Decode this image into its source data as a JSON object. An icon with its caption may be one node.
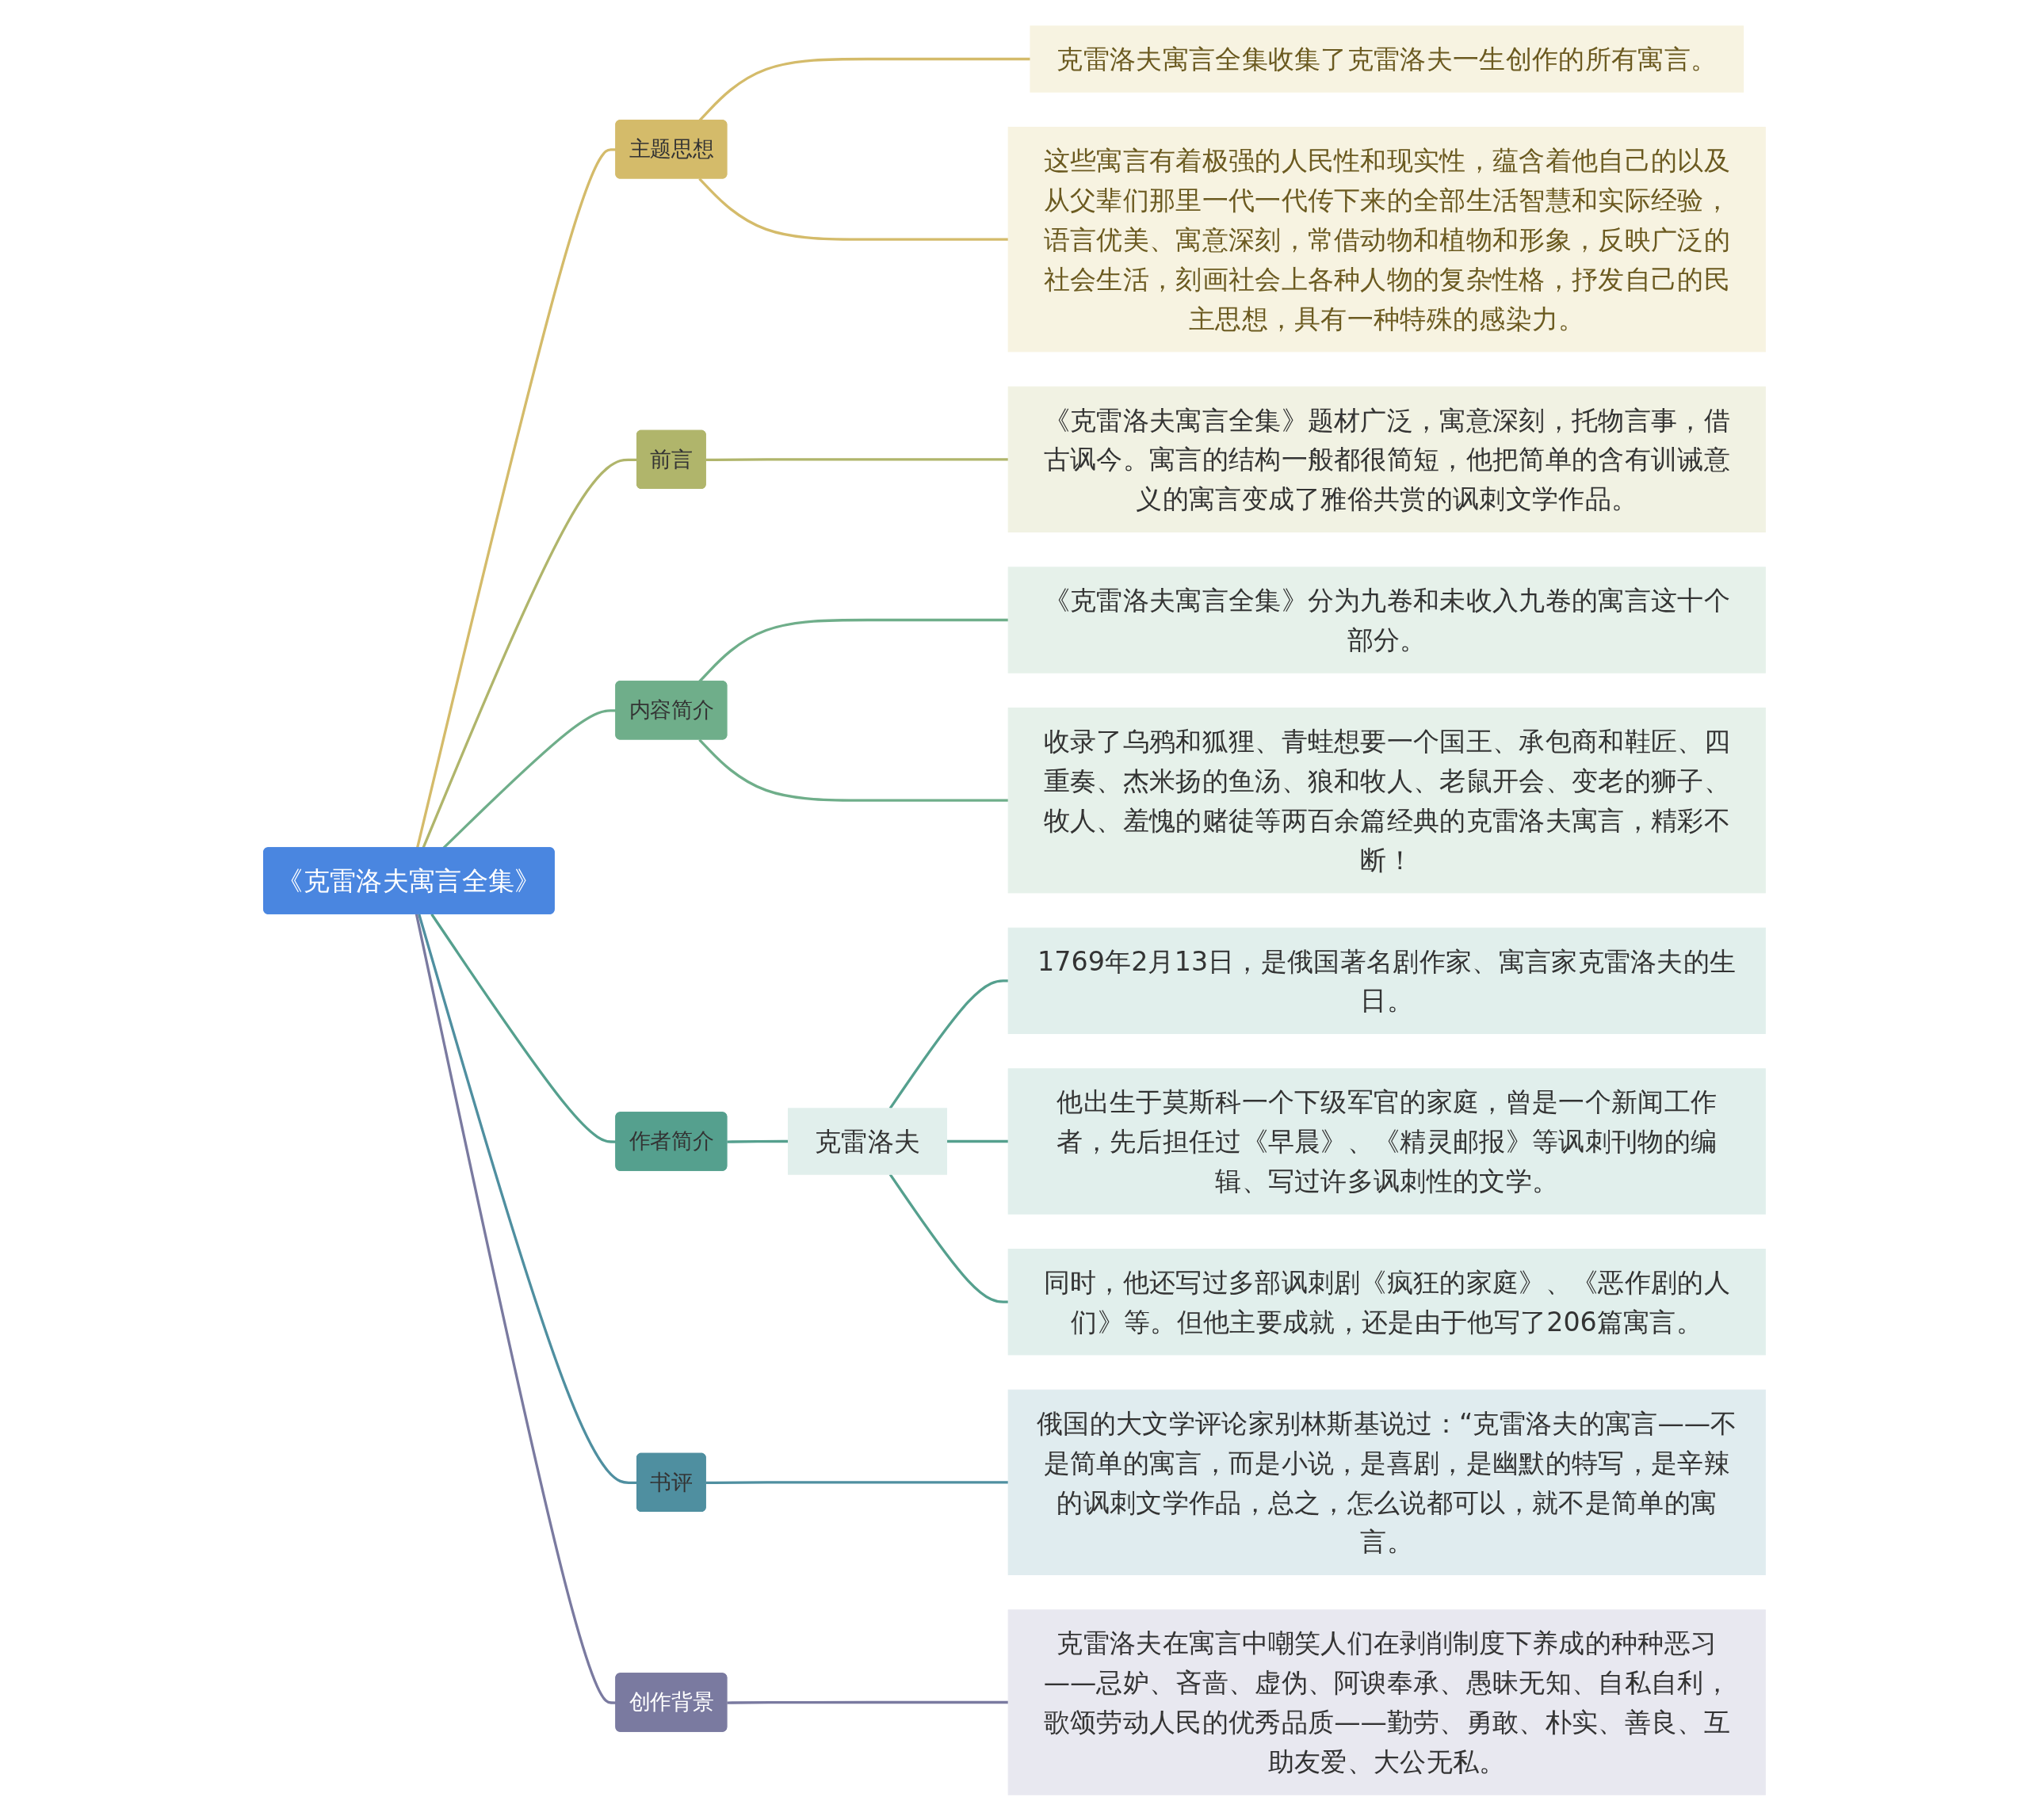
{
  "diagram": {
    "nodes": [
      {
        "text": [
          "《克雷洛夫寓言全集》"
        ]
      },
      {
        "text": [
          "主题思想"
        ]
      },
      {
        "text": [
          "克雷洛夫寓言全集收集了克雷洛夫一生创作的所有寓言。"
        ]
      },
      {
        "text": [
          "这些寓言有着极强的人民性和现实性，蕴含着他自己的以及从父辈们那里一代一代传下来的全部生活智慧和实际经验，语言优美、寓意深刻，常借动物和植物和形象，反映广泛的社会生活，刻画社会上各种人物的复杂性格，抒发自己的民主思想，具有一种特殊的感染力。"
        ]
      },
      {
        "text": [
          "前言"
        ]
      },
      {
        "text": [
          "《克雷洛夫寓言全集》题材广泛，寓意深刻，托物言事，借古讽今。寓言的结构一般都很简短，他把简单的含有训诫意义的寓言变成了雅俗共赏的讽刺文学作品。"
        ]
      },
      {
        "text": [
          "内容简介"
        ]
      },
      {
        "text": [
          "《克雷洛夫寓言全集》分为九卷和未收入九卷的寓言这十个部分。"
        ]
      },
      {
        "text": [
          "收录了乌鸦和狐狸、青蛙想要一个国王、承包商和鞋匠、四重奏、杰米扬的鱼汤、狼和牧人、老鼠开会、变老的狮子、牧人、羞愧的赌徒等两百余篇经典的克雷洛夫寓言，精彩不断！"
        ]
      },
      {
        "text": [
          "作者简介"
        ]
      },
      {
        "text": [
          "克雷洛夫"
        ]
      },
      {
        "text": [
          "1769年2月13日，是俄国著名剧作家、寓言家克雷洛夫的生日。"
        ]
      },
      {
        "text": [
          "他出生于莫斯科一个下级军官的家庭，曾是一个新闻工作者，先后担任过《早晨》、《精灵邮报》等讽刺刊物的编辑、写过许多讽刺性的文学。"
        ]
      },
      {
        "text": [
          "同时，他还写过多部讽刺剧《疯狂的家庭》、《恶作剧的人们》等。但他主要成就，还是由于他写了206篇寓言。"
        ]
      },
      {
        "text": [
          "书评"
        ]
      },
      {
        "text": [
          "俄国的大文学评论家别林斯基说过：“克雷洛夫的寓言——不是简单的寓言，而是小说，是喜剧，是幽默的特写，是辛辣的讽刺文学作品，总之，怎么说都可以，就不是简单的寓言。"
        ]
      },
      {
        "text": [
          "创作背景"
        ]
      },
      {
        "text": [
          "克雷洛夫在寓言中嘲笑人们在剥削制度下养成的种种恶习——忌妒、吝啬、虚伪、阿谀奉承、愚昧无知、自私自利，歌颂劳动人民的优秀品质——勤劳、勇敢、朴实、善良、互助友爱、大公无私。"
        ]
      }
    ],
    "edges": [
      {
        "from": 0,
        "to": 1,
        "arrow": "none",
        "color": "#d4bb6a"
      },
      {
        "from": 1,
        "to": 2,
        "arrow": "none",
        "color": "#d4bb6a"
      },
      {
        "from": 1,
        "to": 3,
        "arrow": "none",
        "color": "#d4bb6a"
      },
      {
        "from": 0,
        "to": 4,
        "arrow": "none",
        "color": "#b0b56b"
      },
      {
        "from": 4,
        "to": 5,
        "arrow": "none",
        "color": "#b0b56b"
      },
      {
        "from": 0,
        "to": 6,
        "arrow": "none",
        "color": "#6fae8a"
      },
      {
        "from": 6,
        "to": 7,
        "arrow": "none",
        "color": "#6fae8a"
      },
      {
        "from": 6,
        "to": 8,
        "arrow": "none",
        "color": "#6fae8a"
      },
      {
        "from": 0,
        "to": 9,
        "arrow": "none",
        "color": "#55a08e"
      },
      {
        "from": 9,
        "to": 10,
        "arrow": "none",
        "color": "#55a08e"
      },
      {
        "from": 10,
        "to": 11,
        "arrow": "none",
        "color": "#55a08e"
      },
      {
        "from": 10,
        "to": 12,
        "arrow": "none",
        "color": "#55a08e"
      },
      {
        "from": 10,
        "to": 13,
        "arrow": "none",
        "color": "#55a08e"
      },
      {
        "from": 0,
        "to": 14,
        "arrow": "none",
        "color": "#4f8fa0"
      },
      {
        "from": 14,
        "to": 15,
        "arrow": "none",
        "color": "#4f8fa0"
      },
      {
        "from": 0,
        "to": 16,
        "arrow": "none",
        "color": "#7a7aa0"
      },
      {
        "from": 16,
        "to": 17,
        "arrow": "none",
        "color": "#7a7aa0"
      }
    ]
  }
}
